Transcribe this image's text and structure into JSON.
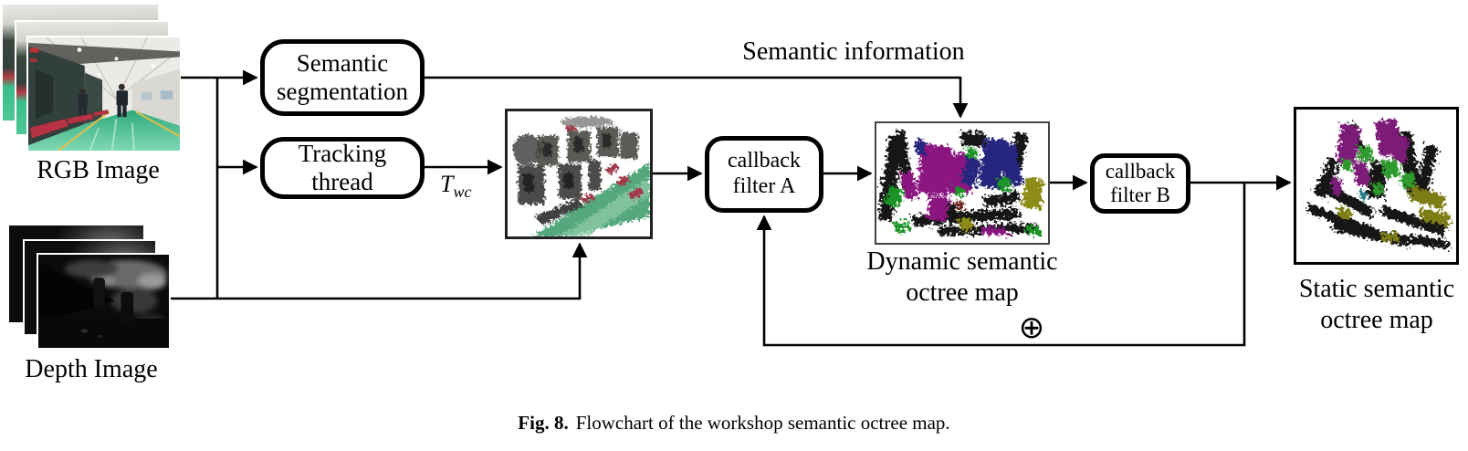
{
  "caption": {
    "prefix": "Fig. 8.",
    "text": "Flowchart of the workshop semantic octree map."
  },
  "inputs": {
    "rgb_label": "RGB Image",
    "depth_label": "Depth Image"
  },
  "boxes": {
    "semantic_segmentation": "Semantic segmentation",
    "tracking_thread": "Tracking thread",
    "callback_filter_a": "callback filter A",
    "callback_filter_b": "callback filter B"
  },
  "maps": {
    "dynamic_label": "Dynamic semantic octree map",
    "static_label": "Static semantic octree map"
  },
  "annotations": {
    "semantic_information": "Semantic information",
    "pose_symbol": "T",
    "pose_subscript": "wc",
    "merge_symbol": "⊕"
  },
  "palette": {
    "arrow": "#000000",
    "floor_green": "#3dbd8a",
    "pallet_red": "#b53344",
    "octree_magenta": "#8c1580",
    "octree_blue": "#26267e",
    "octree_green": "#1f9428",
    "octree_olive": "#8c8c16"
  }
}
